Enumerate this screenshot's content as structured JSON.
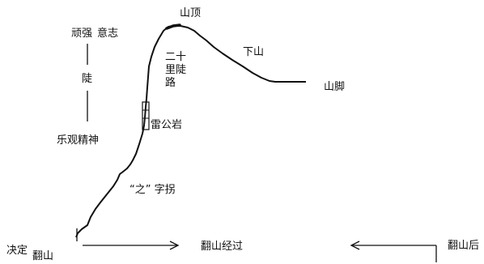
{
  "diagram": {
    "labels": {
      "summit": "山顶",
      "descend": "下山",
      "foot": "山脚",
      "twenty_li_1": "二十",
      "twenty_li_2": "里陡",
      "twenty_li_3": "路",
      "thunder_rock": "雷公岩",
      "zigzag": "“之” 字拐",
      "stubborn": "顽强",
      "will": "意志",
      "steep": "陡",
      "optimism": "乐观精神",
      "decide": "决定",
      "climb": "翻山",
      "process": "翻山经过",
      "after": "翻山后"
    },
    "colors": {
      "ink": "#111111"
    }
  }
}
